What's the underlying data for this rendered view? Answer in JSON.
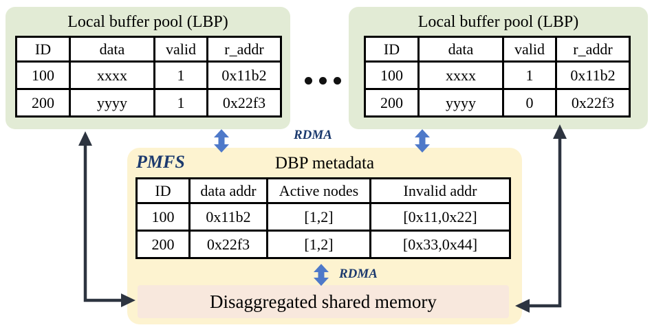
{
  "colors": {
    "green_panel": "#e2ebd5",
    "yellow_panel": "#fdf3d0",
    "pink_panel": "#f8e8dd",
    "blue_arrow": "#4e79c9",
    "navy_text": "#1c3a6e",
    "black_arrow": "#2d3440",
    "table_border": "#000000",
    "dot": "#111111"
  },
  "lbp_left": {
    "title": "Local buffer pool (LBP)",
    "headers": [
      "ID",
      "data",
      "valid",
      "r_addr"
    ],
    "rows": [
      [
        "100",
        "xxxx",
        "1",
        "0x11b2"
      ],
      [
        "200",
        "yyyy",
        "1",
        "0x22f3"
      ]
    ]
  },
  "lbp_right": {
    "title": "Local buffer pool (LBP)",
    "headers": [
      "ID",
      "data",
      "valid",
      "r_addr"
    ],
    "rows": [
      [
        "100",
        "xxxx",
        "1",
        "0x11b2"
      ],
      [
        "200",
        "yyyy",
        "0",
        "0x22f3"
      ]
    ]
  },
  "pmfs": {
    "label": "PMFS",
    "metadata_title": "DBP metadata",
    "table": {
      "headers": [
        "ID",
        "data addr",
        "Active nodes",
        "Invalid addr"
      ],
      "rows": [
        [
          "100",
          "0x11b2",
          "[1,2]",
          "[0x11,0x22]"
        ],
        [
          "200",
          "0x22f3",
          "[1,2]",
          "[0x33,0x44]"
        ]
      ]
    },
    "shared_memory_label": "Disaggregated shared memory"
  },
  "rdma": {
    "top_label": "RDMA",
    "bottom_label": "RDMA"
  },
  "icons": {
    "ellipsis": "ellipsis-dots",
    "rdma_arrow_top_left": "double-arrow-vertical",
    "rdma_arrow_top_right": "double-arrow-vertical",
    "rdma_arrow_bottom": "double-arrow-vertical",
    "flow_arrow_left": "elbow-arrow-up-and-right",
    "flow_arrow_right": "elbow-arrow-up-and-left"
  }
}
